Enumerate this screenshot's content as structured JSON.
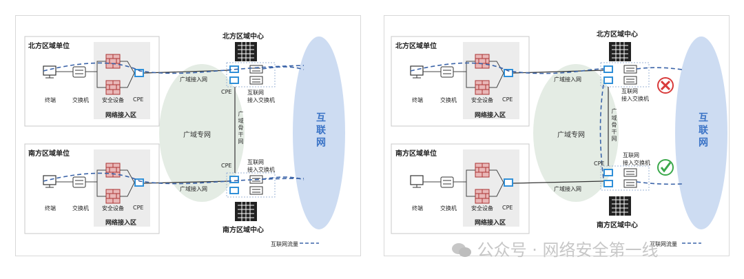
{
  "left": {
    "north_unit": "北方区域单位",
    "south_unit": "南方区域单位",
    "north_center": "北方区域中心",
    "south_center": "南方区域中心",
    "terminal": "终端",
    "switch": "交换机",
    "security": "安全设备",
    "cpe": "CPE",
    "access_zone": "网络接入区",
    "wan_access": "广域接入网",
    "wan_private": "广域专网",
    "backbone": "广域骨干网",
    "internet_switch": "互联网\n接入交换机",
    "internet": "互联网",
    "legend": "互联网流量"
  },
  "right": {
    "north_unit": "北方区域单位",
    "south_unit": "南方区域单位",
    "north_center": "北方区域中心",
    "south_center": "南方区域中心",
    "terminal": "终端",
    "switch": "交换机",
    "security": "安全设备",
    "cpe": "CPE",
    "access_zone": "网络接入区",
    "wan_access": "广域接入网",
    "wan_private": "广域专网",
    "backbone": "广域骨干网",
    "internet_switch": "互联网\n接入交换机",
    "internet": "互联网",
    "legend": "互联网流量"
  },
  "watermark": "公众号 · 网络安全第一线",
  "colors": {
    "flow": "#3a63a8",
    "cloud": "#cddcf2",
    "wan_blob": "#e4ece4",
    "access_zone": "#ececec",
    "fail": "#d83a3a",
    "ok": "#3aa84a",
    "device_blue": "#2f8fd8"
  }
}
